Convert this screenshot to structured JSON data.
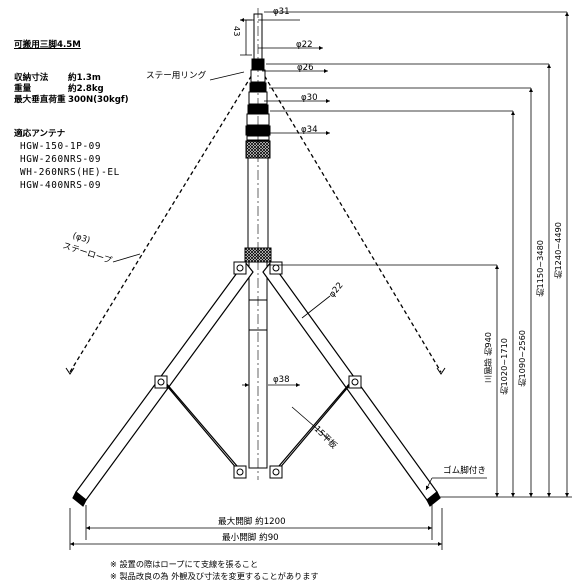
{
  "title": "可搬用三脚4.5M",
  "specs": {
    "size_label": "収納寸法",
    "size_value": "約1.3m",
    "weight_label": "重量",
    "weight_value": "約2.8kg",
    "load_label": "最大垂直荷重",
    "load_value": "300N(30kgf)"
  },
  "antennas": {
    "heading": "適応アンテナ",
    "items": [
      "HGW-150-1P-09",
      "HGW-260NRS-09",
      "WH-260NRS(HE)-EL",
      "HGW-400NRS-09"
    ]
  },
  "dims": {
    "d31": "φ31",
    "d22": "φ22",
    "d26": "φ26",
    "d30": "φ30",
    "d34": "φ34",
    "d38": "φ38",
    "d22_leg": "φ22",
    "h43": "43",
    "flat15": "15平板",
    "stay_ring": "ステー用リング",
    "rope_dia": "(φ3)",
    "rope": "ステーロープ",
    "rubber_foot": "ゴム脚付き",
    "max_spread": "最大開脚 約1200",
    "min_spread": "最小開脚 約90",
    "h_tripod": "三脚部 約940",
    "h1": "約1020~1710",
    "h2": "約1090~2560",
    "h3": "約1150~3480",
    "h4": "約1240~4490"
  },
  "notes": [
    "※ 設置の際はロープにて支線を張ること",
    "※ 製品改良の為 外観及び寸法を変更することがあります"
  ]
}
